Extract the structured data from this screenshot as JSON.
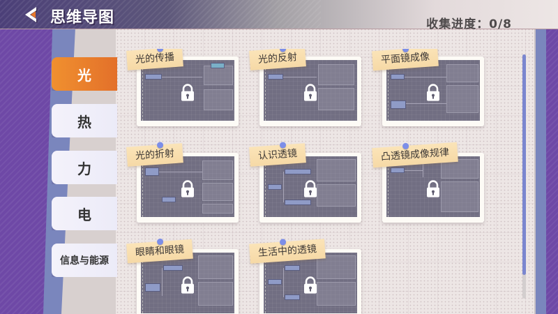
{
  "header": {
    "title": "思维导图",
    "progress_label": "收集进度：",
    "progress_value": "0/8",
    "back_icon": "back-arrow-icon"
  },
  "tabs": [
    {
      "label": "光",
      "active": true
    },
    {
      "label": "热",
      "active": false
    },
    {
      "label": "力",
      "active": false
    },
    {
      "label": "电",
      "active": false
    },
    {
      "label": "信息与能源",
      "active": false
    }
  ],
  "cards": [
    {
      "title": "光的传播",
      "locked": true,
      "icon": "lock-icon"
    },
    {
      "title": "光的反射",
      "locked": true,
      "icon": "lock-icon"
    },
    {
      "title": "平面镜成像",
      "locked": true,
      "icon": "lock-icon"
    },
    {
      "title": "光的折射",
      "locked": true,
      "icon": "lock-icon"
    },
    {
      "title": "认识透镜",
      "locked": true,
      "icon": "lock-icon"
    },
    {
      "title": "凸透镜成像规律",
      "locked": true,
      "icon": "lock-icon"
    },
    {
      "title": "眼睛和眼镜",
      "locked": true,
      "icon": "lock-icon"
    },
    {
      "title": "生活中的透镜",
      "locked": true,
      "icon": "lock-icon"
    }
  ],
  "colors": {
    "active_tab": "#e97a2c",
    "background": "#6e48a6",
    "accent_blue": "#7b86cf",
    "tag": "#f8ddb0"
  },
  "scroll": {
    "position_percent": 0
  }
}
